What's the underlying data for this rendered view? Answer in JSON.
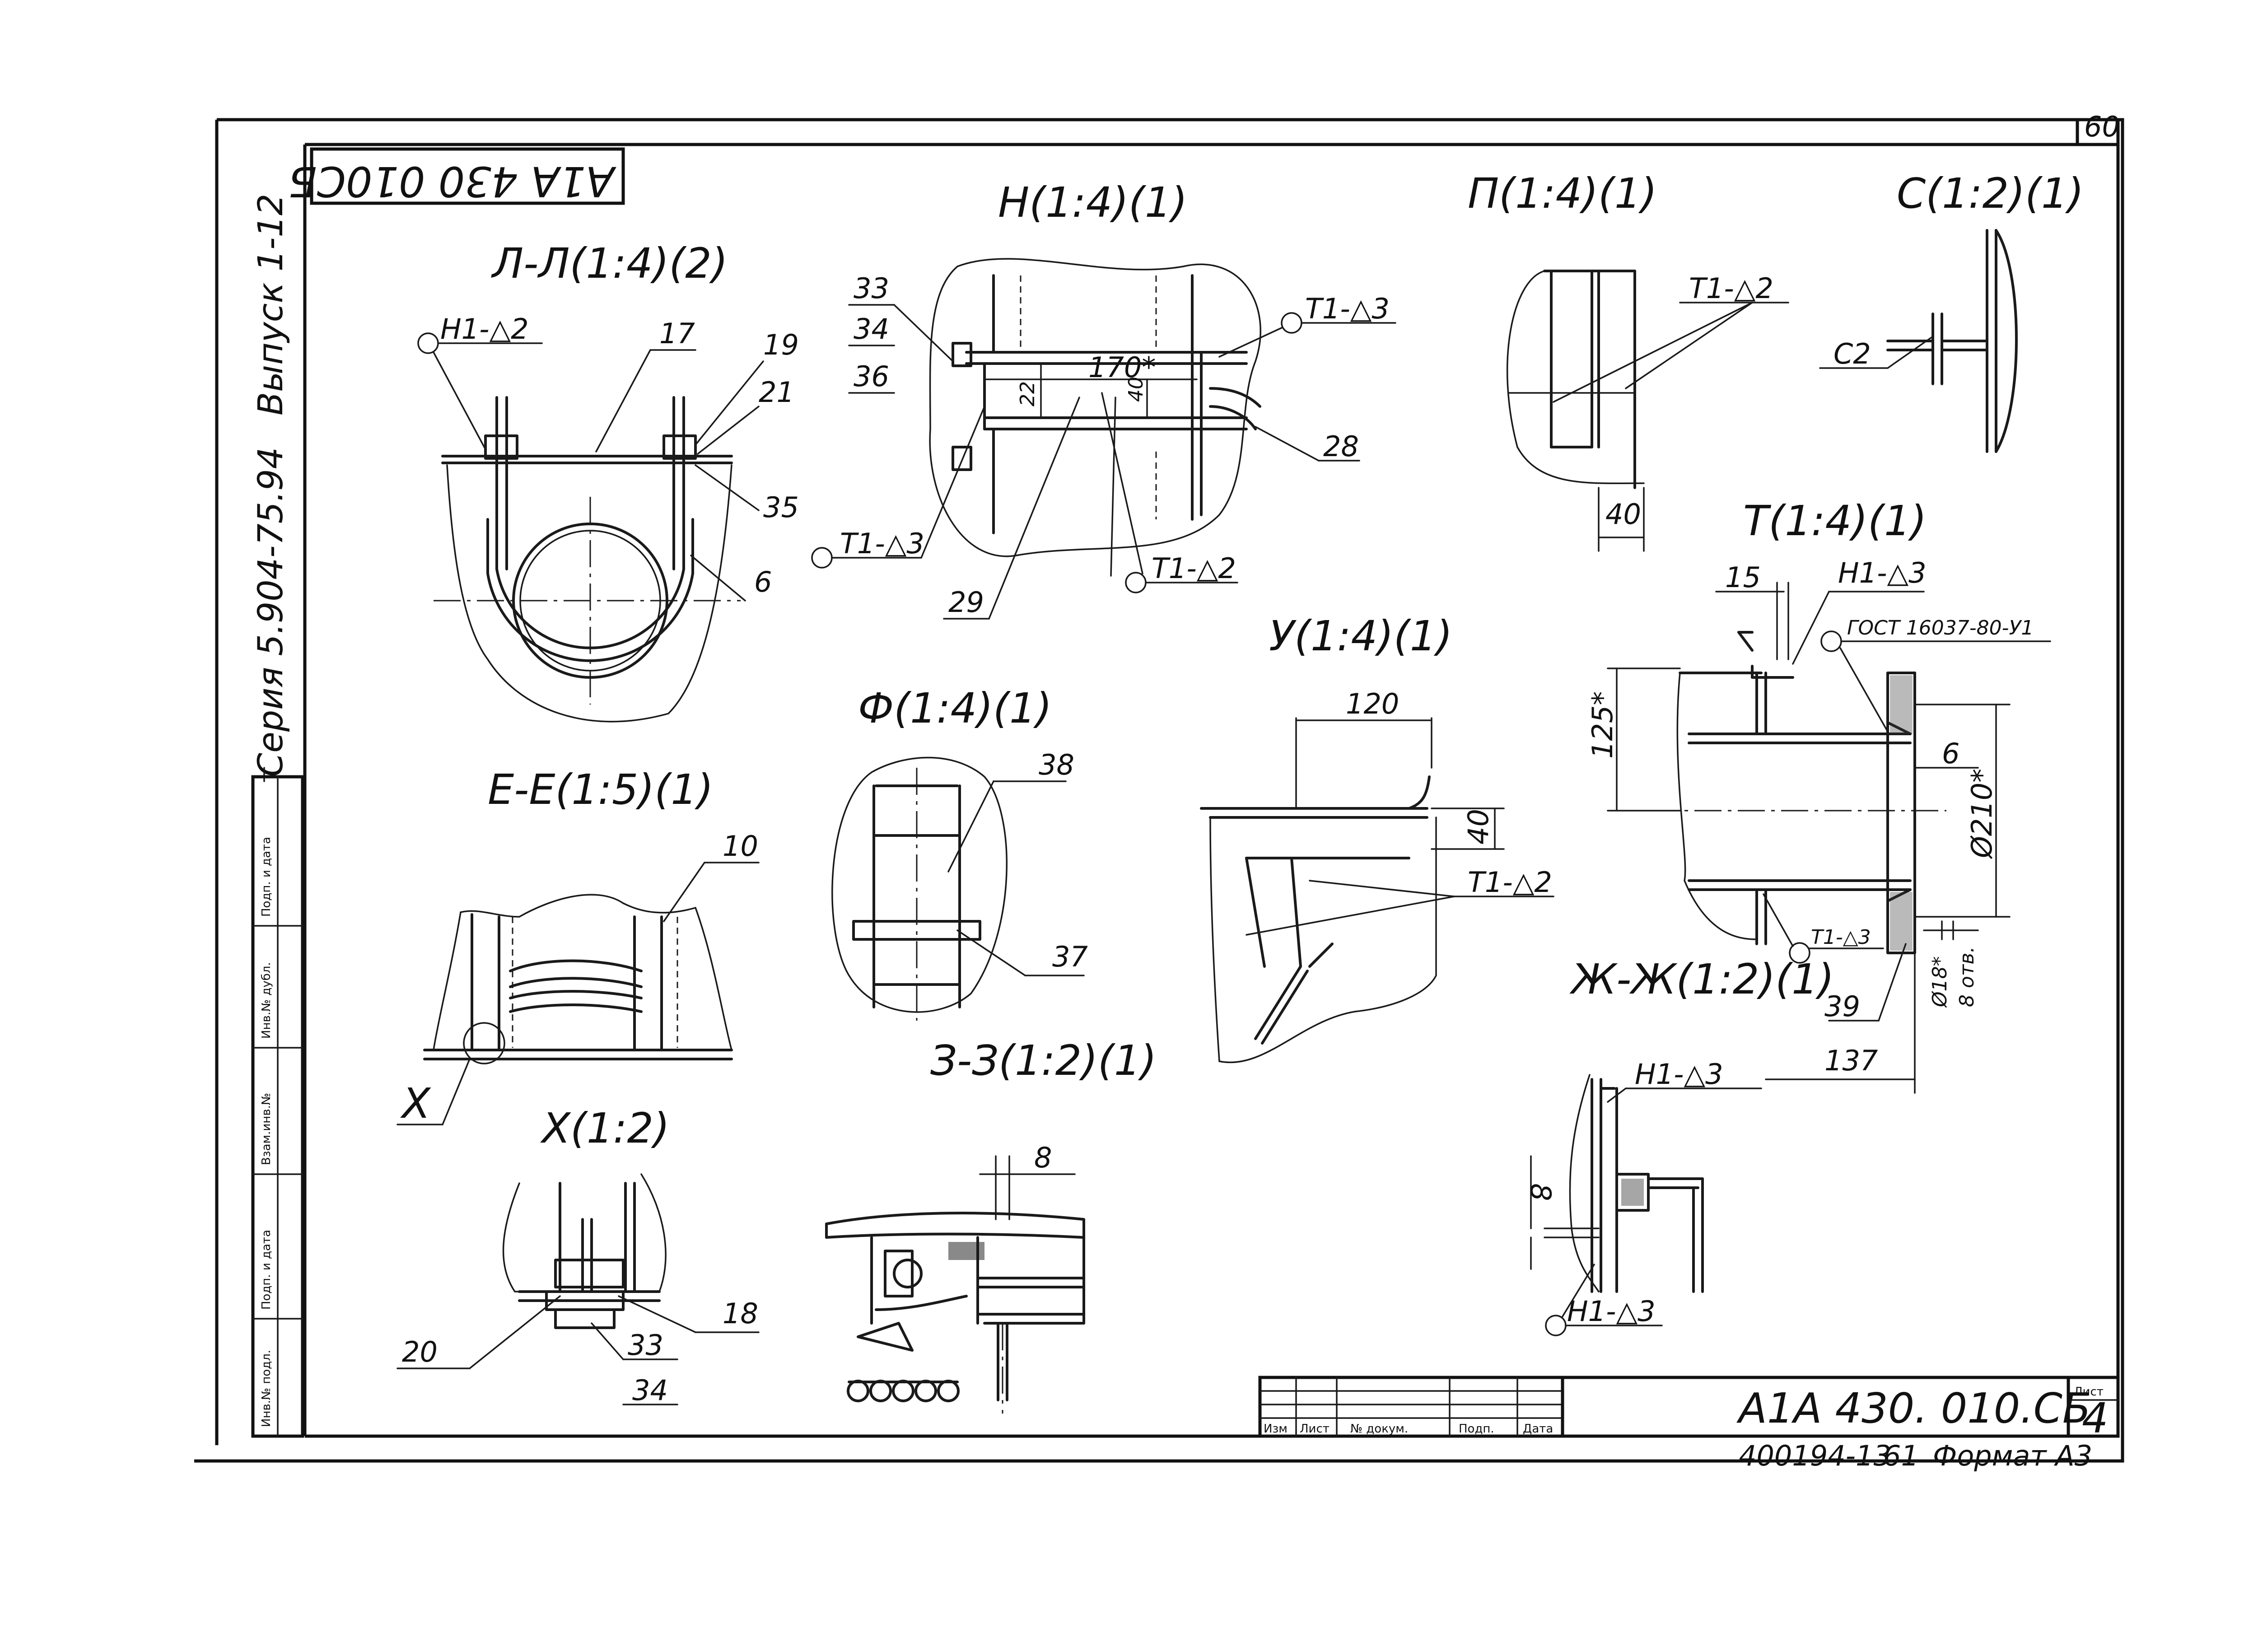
{
  "sheet": {
    "page_number": "60",
    "doc_code": "А1А 430. 010.СБ",
    "doc_code_rotated": "А1А 430 010СБ",
    "sheet_label": "Лист",
    "sheet_no": "4",
    "series_text": "Серия 5.904-75.94",
    "issue_text": "Выпуск 1-12",
    "footer_code": "400194-13",
    "footer_num": "61",
    "format_text": "Формат А3"
  },
  "side_stamp": [
    "Инв.№ подл.",
    "Подп. и дата",
    "Взам.инв.№",
    "Инв.№ дубл.",
    "Подп. и дата"
  ],
  "title_block": {
    "headers": [
      "Изм",
      "Лист",
      "№ докум.",
      "Подп.",
      "Дата"
    ]
  },
  "views": {
    "LL": {
      "title": "Л-Л(1:4)(2)",
      "weld": "Н1-△2",
      "callouts": [
        "17",
        "19",
        "21",
        "35",
        "6"
      ]
    },
    "H": {
      "title": "Н(1:4)(1)",
      "stack": [
        "33",
        "34",
        "36"
      ],
      "weld_a": "Т1-△3",
      "weld_b": "Т1-△3",
      "weld_c": "Т1-△2",
      "dim_170": "170*",
      "dim_22": "22",
      "dim_40": "40",
      "callouts": [
        "28",
        "29"
      ]
    },
    "P": {
      "title": "П(1:4)(1)",
      "weld": "Т1-△2",
      "dim": "40"
    },
    "C": {
      "title": "С(1:2)(1)",
      "weld": "С2"
    },
    "T": {
      "title": "Т(1:4)(1)",
      "dim_15": "15",
      "weld_top": "Н1-△3",
      "gost": "ГОСТ 16037-80-У1",
      "dim_125": "125*",
      "dim_6": "6",
      "dim_210": "Ø210*",
      "weld_bottom": "Т1-△3",
      "dim_18": "Ø18*",
      "holes": "8 отв.",
      "callout": "39",
      "dim_137": "137"
    },
    "Y": {
      "title": "У(1:4)(1)",
      "dim_120": "120",
      "dim_40": "40",
      "weld": "Т1-△2"
    },
    "F": {
      "title": "Ф(1:4)(1)",
      "callouts": [
        "38",
        "37"
      ]
    },
    "EE": {
      "title": "Е-Е(1:5)(1)",
      "callout": "10",
      "detail": "Х"
    },
    "X": {
      "title": "Х(1:2)",
      "callouts": [
        "20",
        "18",
        "33",
        "34"
      ]
    },
    "ZZ33": {
      "title": "З-З(1:2)(1)",
      "dim": "8"
    },
    "ZhZh": {
      "title": "Ж-Ж(1:2)(1)",
      "weld_top": "Н1-△3",
      "dim": "8",
      "weld_bottom": "Н1-△3"
    }
  }
}
